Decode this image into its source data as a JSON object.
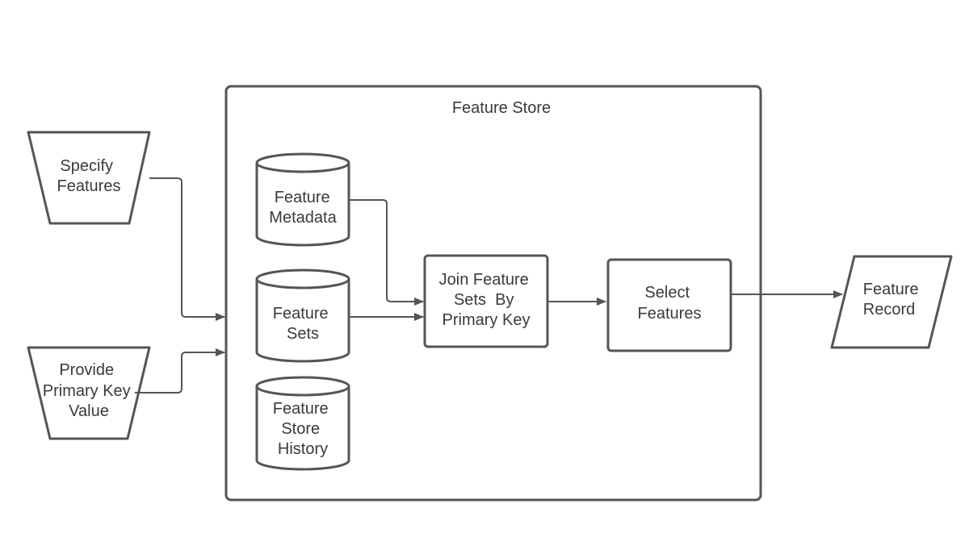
{
  "diagram": {
    "container_title": "Feature Store",
    "inputs": {
      "specify_features": [
        "Specify",
        "Features"
      ],
      "provide_key": [
        "Provide",
        "Primary Key",
        "Value"
      ]
    },
    "stores": {
      "metadata": [
        "Feature",
        "Metadata"
      ],
      "sets": [
        "Feature",
        "Sets"
      ],
      "history": [
        "Feature",
        "Store",
        "History"
      ]
    },
    "processes": {
      "join": [
        "Join Feature",
        "Sets  By",
        "Primary Key"
      ],
      "select": [
        "Select",
        "Features"
      ]
    },
    "output": {
      "record": [
        "Feature",
        "Record"
      ]
    }
  }
}
